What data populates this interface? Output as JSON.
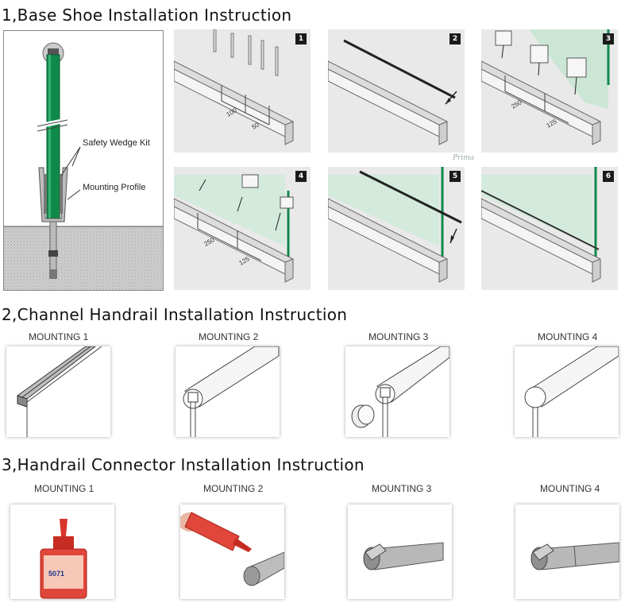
{
  "sections": {
    "base_shoe": {
      "title": "1,Base Shoe Installation Instruction"
    },
    "channel_handrail": {
      "title": "2,Channel Handrail Installation Instruction"
    },
    "connector": {
      "title": "3,Handrail Connector Installation Instruction"
    }
  },
  "callouts": {
    "safety_wedge": "Safety Wedge Kit",
    "mounting_profile": "Mounting Profile"
  },
  "steps": [
    "1",
    "2",
    "3",
    "4",
    "5",
    "6"
  ],
  "dimensions": {
    "step1": [
      "100",
      "50"
    ],
    "step3": [
      "250",
      "125"
    ],
    "step4": [
      "250",
      "125"
    ]
  },
  "watermark": "Prima",
  "channel_mountings": [
    "MOUNTING 1",
    "MOUNTING 2",
    "MOUNTING 3",
    "MOUNTING 4"
  ],
  "connector_mountings": [
    "MOUNTING 1",
    "MOUNTING 2",
    "MOUNTING 3",
    "MOUNTING 4"
  ],
  "bottle": {
    "label": "5071"
  },
  "colors": {
    "glass_green": "#0f8a4a",
    "profile_gray": "#e8e8e8",
    "badge_black": "#1b1b1b",
    "bottle_red": "#d9362b"
  }
}
